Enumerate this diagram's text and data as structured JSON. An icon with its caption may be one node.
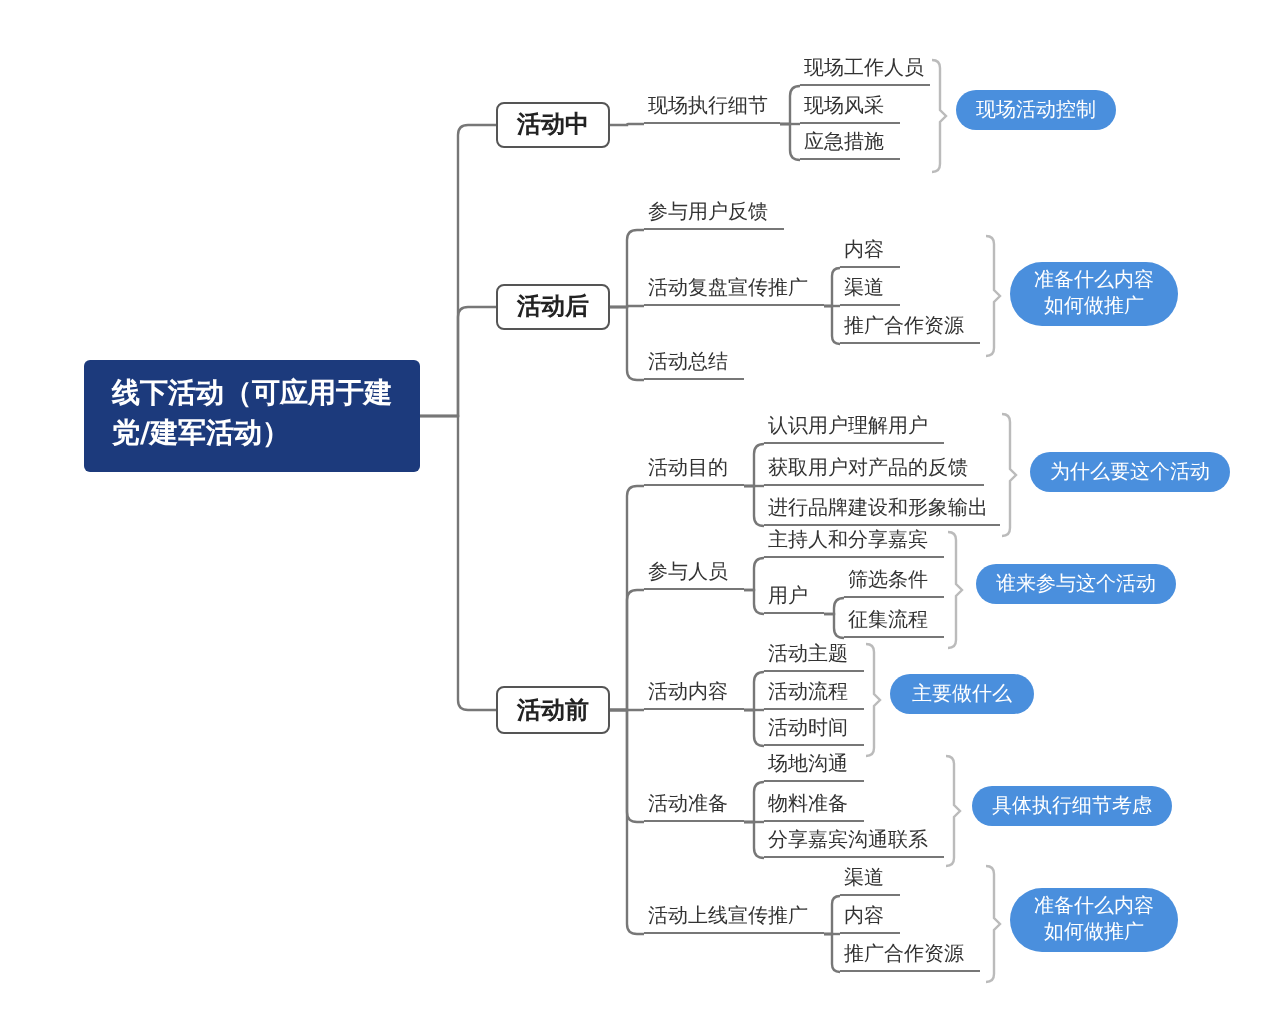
{
  "diagram": {
    "nodes": [
      {
        "text": [
          "线下活动（可应用于建党/建军活动）"
        ]
      },
      {
        "text": [
          "活动中"
        ]
      },
      {
        "text": [
          "现场执行细节"
        ]
      },
      {
        "text": [
          "现场工作人员"
        ]
      },
      {
        "text": [
          "现场风采"
        ]
      },
      {
        "text": [
          "应急措施"
        ]
      },
      {
        "text": [
          "现场活动控制"
        ]
      },
      {
        "text": [
          "活动后"
        ]
      },
      {
        "text": [
          "参与用户反馈"
        ]
      },
      {
        "text": [
          "活动复盘宣传推广"
        ]
      },
      {
        "text": [
          "内容"
        ]
      },
      {
        "text": [
          "渠道"
        ]
      },
      {
        "text": [
          "推广合作资源"
        ]
      },
      {
        "text": [
          "准备什么内容如何做推广"
        ]
      },
      {
        "text": [
          "活动总结"
        ]
      },
      {
        "text": [
          "活动前"
        ]
      },
      {
        "text": [
          "活动目的"
        ]
      },
      {
        "text": [
          "认识用户理解用户"
        ]
      },
      {
        "text": [
          "获取用户对产品的反馈"
        ]
      },
      {
        "text": [
          "进行品牌建设和形象输出"
        ]
      },
      {
        "text": [
          "为什么要这个活动"
        ]
      },
      {
        "text": [
          "参与人员"
        ]
      },
      {
        "text": [
          "主持人和分享嘉宾"
        ]
      },
      {
        "text": [
          "用户"
        ]
      },
      {
        "text": [
          "筛选条件"
        ]
      },
      {
        "text": [
          "征集流程"
        ]
      },
      {
        "text": [
          "谁来参与这个活动"
        ]
      },
      {
        "text": [
          "活动内容"
        ]
      },
      {
        "text": [
          "活动主题"
        ]
      },
      {
        "text": [
          "活动流程"
        ]
      },
      {
        "text": [
          "活动时间"
        ]
      },
      {
        "text": [
          "主要做什么"
        ]
      },
      {
        "text": [
          "活动准备"
        ]
      },
      {
        "text": [
          "场地沟通"
        ]
      },
      {
        "text": [
          "物料准备"
        ]
      },
      {
        "text": [
          "分享嘉宾沟通联系"
        ]
      },
      {
        "text": [
          "具体执行细节考虑"
        ]
      },
      {
        "text": [
          "活动上线宣传推广"
        ]
      },
      {
        "text": [
          "渠道"
        ]
      },
      {
        "text": [
          "内容"
        ]
      },
      {
        "text": [
          "推广合作资源"
        ]
      },
      {
        "text": [
          "准备什么内容如何做推广"
        ]
      }
    ],
    "edges": [
      {
        "from": 0,
        "to": 1,
        "arrow": "none"
      },
      {
        "from": 0,
        "to": 7,
        "arrow": "none"
      },
      {
        "from": 0,
        "to": 15,
        "arrow": "none"
      },
      {
        "from": 1,
        "to": 2,
        "arrow": "none"
      },
      {
        "from": 2,
        "to": 3,
        "arrow": "none"
      },
      {
        "from": 2,
        "to": 4,
        "arrow": "none"
      },
      {
        "from": 2,
        "to": 5,
        "arrow": "none"
      },
      {
        "from": 7,
        "to": 8,
        "arrow": "none"
      },
      {
        "from": 7,
        "to": 9,
        "arrow": "none"
      },
      {
        "from": 7,
        "to": 14,
        "arrow": "none"
      },
      {
        "from": 9,
        "to": 10,
        "arrow": "none"
      },
      {
        "from": 9,
        "to": 11,
        "arrow": "none"
      },
      {
        "from": 9,
        "to": 12,
        "arrow": "none"
      },
      {
        "from": 15,
        "to": 16,
        "arrow": "none"
      },
      {
        "from": 15,
        "to": 21,
        "arrow": "none"
      },
      {
        "from": 15,
        "to": 27,
        "arrow": "none"
      },
      {
        "from": 15,
        "to": 32,
        "arrow": "none"
      },
      {
        "from": 15,
        "to": 37,
        "arrow": "none"
      },
      {
        "from": 16,
        "to": 17,
        "arrow": "none"
      },
      {
        "from": 16,
        "to": 18,
        "arrow": "none"
      },
      {
        "from": 16,
        "to": 19,
        "arrow": "none"
      },
      {
        "from": 21,
        "to": 22,
        "arrow": "none"
      },
      {
        "from": 21,
        "to": 23,
        "arrow": "none"
      },
      {
        "from": 23,
        "to": 24,
        "arrow": "none"
      },
      {
        "from": 23,
        "to": 25,
        "arrow": "none"
      },
      {
        "from": 27,
        "to": 28,
        "arrow": "none"
      },
      {
        "from": 27,
        "to": 29,
        "arrow": "none"
      },
      {
        "from": 27,
        "to": 30,
        "arrow": "none"
      },
      {
        "from": 32,
        "to": 33,
        "arrow": "none"
      },
      {
        "from": 32,
        "to": 34,
        "arrow": "none"
      },
      {
        "from": 32,
        "to": 35,
        "arrow": "none"
      },
      {
        "from": 37,
        "to": 38,
        "arrow": "none"
      },
      {
        "from": 37,
        "to": 39,
        "arrow": "none"
      },
      {
        "from": 37,
        "to": 40,
        "arrow": "none"
      }
    ]
  }
}
